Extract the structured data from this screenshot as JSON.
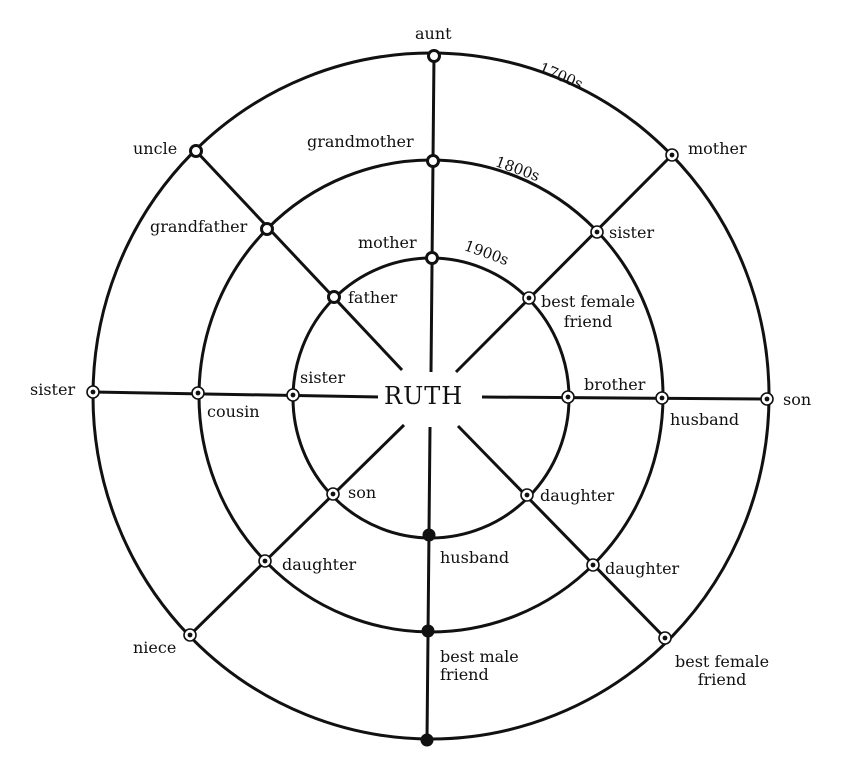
{
  "center": {
    "name": "RUTH"
  },
  "rings": [
    {
      "era": "1900s"
    },
    {
      "era": "1800s"
    },
    {
      "era": "1700s"
    }
  ],
  "relatives": {
    "inner": {
      "mother": "mother",
      "father": "father",
      "sister": "sister",
      "son": "son",
      "husband": "husband",
      "daughter": "daughter",
      "brother": "brother",
      "best_female_friend": "best female\nfriend"
    },
    "middle": {
      "grandmother": "grandmother",
      "grandfather": "grandfather",
      "cousin": "cousin",
      "daughter_left": "daughter",
      "best_male_friend": "best male\nfriend",
      "daughter_right": "daughter",
      "husband": "husband",
      "sister": "sister"
    },
    "outer": {
      "aunt": "aunt",
      "uncle": "uncle",
      "sister": "sister",
      "niece": "niece",
      "son": "son",
      "mother": "mother",
      "best_female_friend": "best female\nfriend"
    }
  },
  "colors": {
    "ink": "#111111",
    "background": "#ffffff"
  }
}
